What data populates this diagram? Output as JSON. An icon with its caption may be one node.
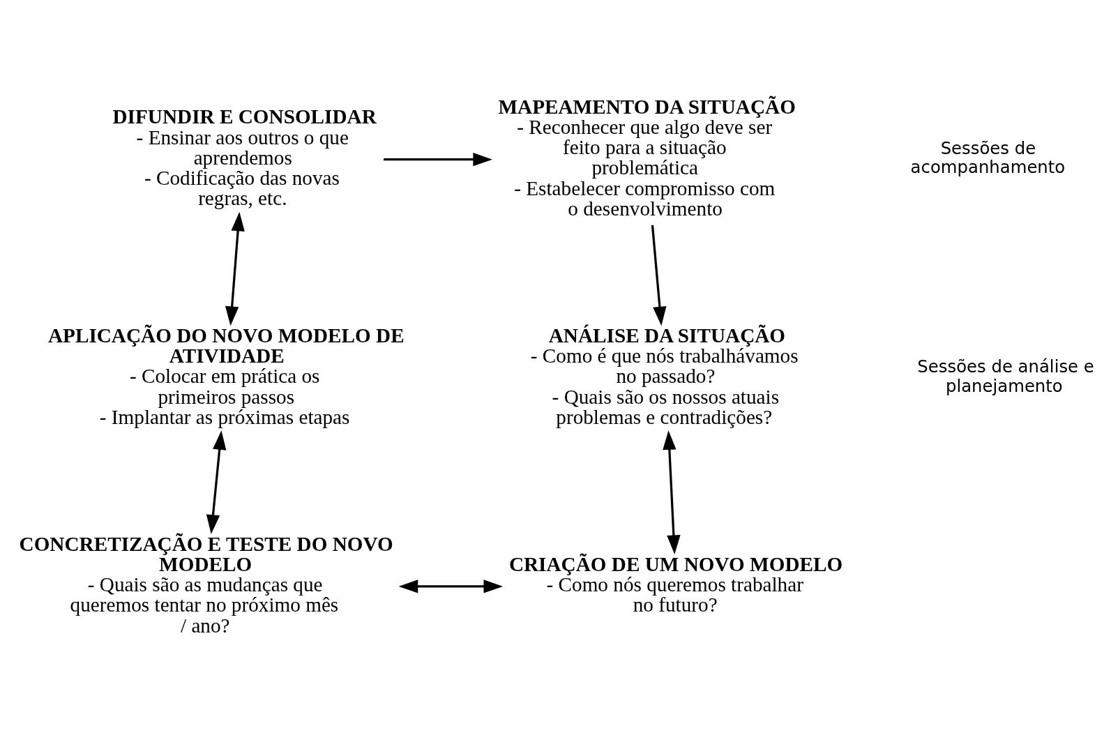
{
  "diagram": {
    "nodes": [
      {
        "text": [
          "MAPEAMENTO DA SITUAÇÃO",
          "- Reconhecer que algo deve ser feito para a situação problemática",
          "- Estabelecer compromisso com o desenvolvimento"
        ]
      },
      {
        "text": [
          "DIFUNDIR E CONSOLIDAR",
          "- Ensinar aos outros o que aprendemos",
          "- Codificação das novas regras, etc."
        ]
      },
      {
        "text": [
          "ANÁLISE DA SITUAÇÃO",
          "- Como é que nós trabalhávamos no passado?",
          "- Quais são os nossos atuais problemas e contradições?"
        ]
      },
      {
        "text": [
          "APLICAÇÃO DO NOVO MODELO DE ATIVIDADE",
          "- Colocar em prática os primeiros passos",
          "- Implantar as próximas etapas"
        ]
      },
      {
        "text": [
          "CRIAÇÃO DE UM NOVO MODELO",
          "- Como nós queremos trabalhar no futuro?"
        ]
      },
      {
        "text": [
          "CONCRETIZAÇÃO E TESTE DO NOVO MODELO",
          "- Quais são as mudanças que queremos tentar no próximo mês / ano?"
        ]
      }
    ],
    "edges": [
      {
        "from": 1,
        "to": 0,
        "arrow": "to"
      },
      {
        "from": 0,
        "to": 2,
        "arrow": "to"
      },
      {
        "from": 2,
        "to": 4,
        "arrow": "both"
      },
      {
        "from": 4,
        "to": 5,
        "arrow": "both"
      },
      {
        "from": 5,
        "to": 3,
        "arrow": "both"
      },
      {
        "from": 3,
        "to": 1,
        "arrow": "both"
      }
    ],
    "labels": [
      "Sessões de acompanhamento",
      "Sessões de análise e planejamento"
    ]
  }
}
